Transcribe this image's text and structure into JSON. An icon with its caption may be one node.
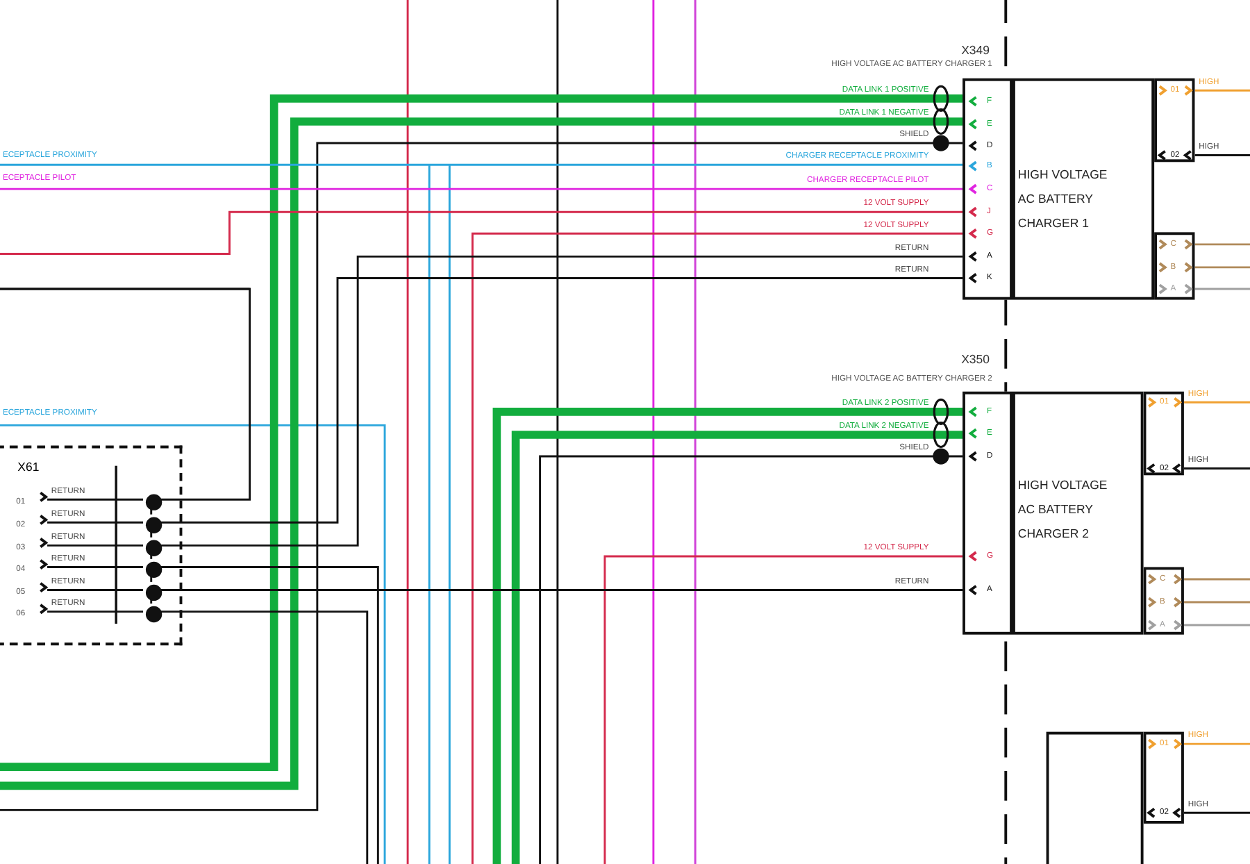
{
  "diagram": {
    "nodes": [
      {
        "text": [
          "HIGH VOLTAGE AC BATTERY CHARGER 1"
        ],
        "beside": [
          "X349",
          "HIGH VOLTAGE AC BATTERY CHARGER 1"
        ]
      },
      {
        "text": [
          "F",
          "E",
          "D",
          "B",
          "C",
          "J",
          "G",
          "A",
          "K"
        ]
      },
      {
        "text": [
          "01",
          "02"
        ]
      },
      {
        "text": [
          "C",
          "B",
          "A"
        ]
      },
      {
        "text": [
          "HIGH VOLTAGE AC BATTERY CHARGER 2"
        ],
        "beside": [
          "X350",
          "HIGH VOLTAGE AC BATTERY CHARGER 2"
        ]
      },
      {
        "text": [
          "F",
          "E",
          "D",
          "G",
          "A"
        ]
      },
      {
        "text": [
          "01",
          "02"
        ]
      },
      {
        "text": [
          "C",
          "B",
          "A"
        ]
      },
      {
        "text": [
          "X61"
        ]
      },
      {
        "text": [],
        "shape": "circle",
        "in": 8
      },
      {
        "text": [],
        "shape": "circle",
        "in": 8
      },
      {
        "text": [],
        "shape": "circle",
        "in": 8
      },
      {
        "text": [],
        "shape": "circle",
        "in": 8
      },
      {
        "text": [],
        "shape": "circle",
        "in": 8
      },
      {
        "text": [],
        "shape": "circle",
        "in": 8
      },
      {
        "text": [],
        "shape": "box"
      },
      {
        "text": [
          "01",
          "02"
        ]
      },
      {
        "text": [
          "01",
          "02",
          "03",
          "04",
          "05",
          "06"
        ],
        "in": 8
      }
    ],
    "edges": [
      {
        "from": null,
        "to": 1,
        "arrow": "other",
        "label": "DATA LINK 1 POSITIVE",
        "style": "thick",
        "color": "#12ad3e"
      },
      {
        "from": null,
        "to": 1,
        "arrow": "other",
        "label": "DATA LINK 1 NEGATIVE",
        "style": "thick",
        "color": "#12ad3e"
      },
      {
        "from": null,
        "to": 1,
        "arrow": "none",
        "label": "SHIELD"
      },
      {
        "from": null,
        "to": 1,
        "arrow": "none",
        "label": "CHARGER RECEPTACLE PROXIMITY",
        "color": "#2ba6dc"
      },
      {
        "from": null,
        "to": 1,
        "arrow": "none",
        "label": "CHARGER RECEPTACLE PILOT",
        "color": "#e024e0"
      },
      {
        "from": null,
        "to": 1,
        "arrow": "none",
        "label": "12 VOLT SUPPLY",
        "color": "#d42a4c"
      },
      {
        "from": null,
        "to": 1,
        "arrow": "none",
        "label": "12 VOLT SUPPLY",
        "color": "#d42a4c"
      },
      {
        "from": 11,
        "to": 1,
        "arrow": "none",
        "label": "RETURN"
      },
      {
        "from": 10,
        "to": 1,
        "arrow": "none",
        "label": "RETURN"
      },
      {
        "from": 2,
        "to": null,
        "arrow": "other",
        "label": "HIGH",
        "color": "#f0a030"
      },
      {
        "from": null,
        "to": 2,
        "arrow": "to",
        "label": "HIGH"
      },
      {
        "from": 3,
        "to": null,
        "arrow": "other",
        "color": "#b08a5a"
      },
      {
        "from": 3,
        "to": null,
        "arrow": "other",
        "color": "#b08a5a"
      },
      {
        "from": 3,
        "to": null,
        "arrow": "other",
        "color": "#a0a0a0"
      },
      {
        "from": null,
        "to": 5,
        "arrow": "other",
        "label": "DATA LINK 2 POSITIVE",
        "style": "thick",
        "color": "#12ad3e"
      },
      {
        "from": null,
        "to": 5,
        "arrow": "other",
        "label": "DATA LINK 2 NEGATIVE",
        "style": "thick",
        "color": "#12ad3e"
      },
      {
        "from": null,
        "to": 5,
        "arrow": "none",
        "label": "SHIELD"
      },
      {
        "from": null,
        "to": 5,
        "arrow": "none",
        "label": "12 VOLT SUPPLY",
        "color": "#d42a4c"
      },
      {
        "from": 13,
        "to": 5,
        "arrow": "none",
        "label": "RETURN"
      },
      {
        "from": 6,
        "to": null,
        "arrow": "other",
        "label": "HIGH",
        "color": "#f0a030"
      },
      {
        "from": null,
        "to": 6,
        "arrow": "to",
        "label": "HIGH"
      },
      {
        "from": 7,
        "to": null,
        "arrow": "other",
        "color": "#b08a5a"
      },
      {
        "from": 7,
        "to": null,
        "arrow": "other",
        "color": "#b08a5a"
      },
      {
        "from": 7,
        "to": null,
        "arrow": "other",
        "color": "#a0a0a0"
      },
      {
        "from": 9,
        "to": 17,
        "arrow": "to",
        "label": "RETURN"
      },
      {
        "from": 10,
        "to": 17,
        "arrow": "to",
        "label": "RETURN"
      },
      {
        "from": 11,
        "to": 17,
        "arrow": "to",
        "label": "RETURN"
      },
      {
        "from": 12,
        "to": 17,
        "arrow": "to",
        "label": "RETURN"
      },
      {
        "from": 13,
        "to": 17,
        "arrow": "to",
        "label": "RETURN"
      },
      {
        "from": 14,
        "to": 17,
        "arrow": "to",
        "label": "RETURN"
      },
      {
        "from": 9,
        "to": null,
        "arrow": "none"
      },
      {
        "from": 12,
        "to": null,
        "arrow": "none"
      },
      {
        "from": 14,
        "to": null,
        "arrow": "none"
      },
      {
        "from": 9,
        "to": 10,
        "arrow": "none"
      },
      {
        "from": 10,
        "to": 11,
        "arrow": "none"
      },
      {
        "from": 11,
        "to": 12,
        "arrow": "none"
      },
      {
        "from": 12,
        "to": 13,
        "arrow": "none"
      },
      {
        "from": 13,
        "to": 14,
        "arrow": "none"
      },
      {
        "from": 16,
        "to": null,
        "arrow": "other",
        "label": "HIGH",
        "color": "#f0a030"
      },
      {
        "from": null,
        "to": 16,
        "arrow": "to",
        "label": "HIGH"
      }
    ],
    "labels": [
      "ECEPTACLE PROXIMITY",
      "ECEPTACLE PILOT",
      "ECEPTACLE PROXIMITY"
    ]
  }
}
